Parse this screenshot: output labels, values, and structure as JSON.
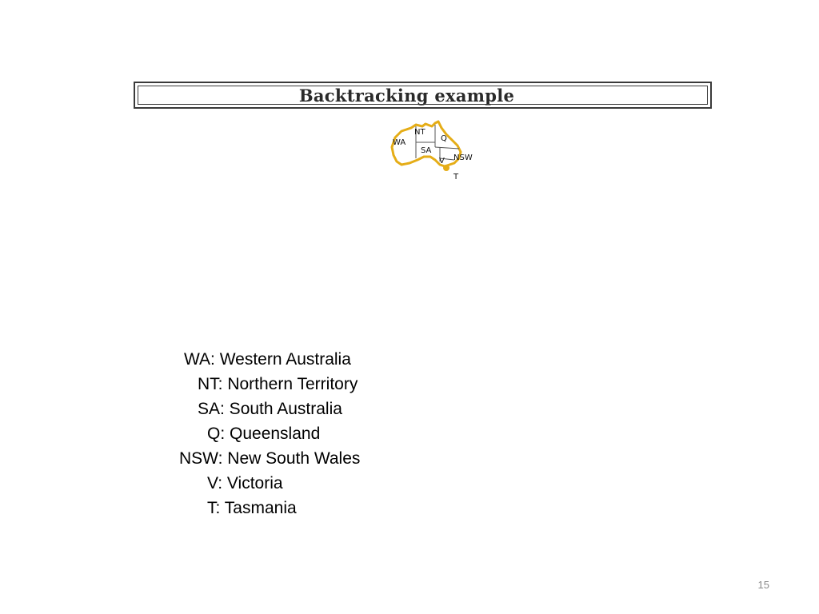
{
  "slide": {
    "title": "Backtracking example",
    "page_number": "15"
  },
  "map": {
    "outline_color": "#e5ad17",
    "labels": {
      "wa": "WA",
      "nt": "NT",
      "sa": "SA",
      "q": "Q",
      "nsw": "NSW",
      "v": "V",
      "t": "T"
    }
  },
  "legend": [
    "WA: Western Australia",
    "NT: Northern Territory",
    "SA: South Australia",
    "Q: Queensland",
    "NSW: New South Wales",
    "V: Victoria",
    "T: Tasmania"
  ]
}
